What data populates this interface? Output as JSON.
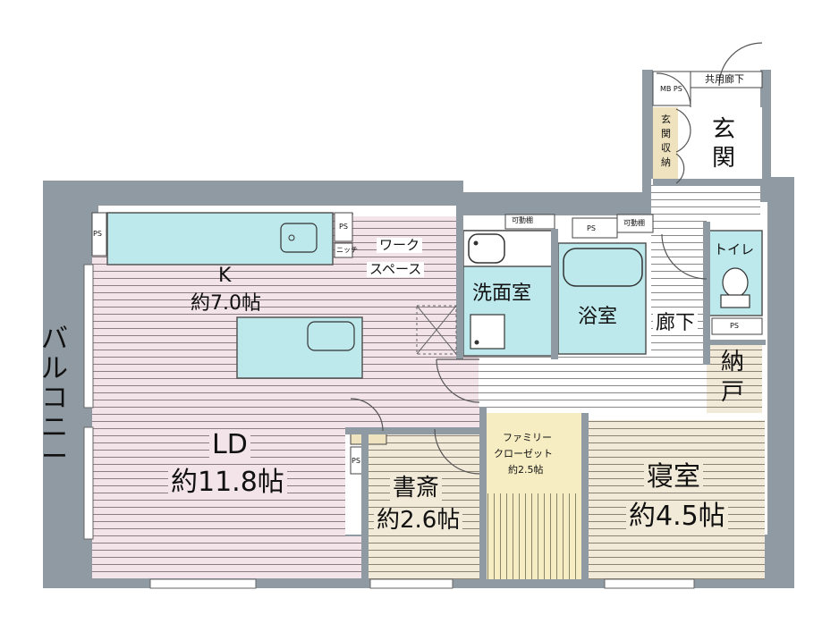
{
  "rooms": {
    "kitchen_name": "K",
    "kitchen_size": "約7.0帖",
    "work_space_line1": "ワーク",
    "work_space_line2": "スペース",
    "ld_name": "LD",
    "ld_size": "約11.8帖",
    "study_name": "書斎",
    "study_size": "約2.6帖",
    "family_closet_line1": "ファミリー",
    "family_closet_line2": "クローゼット",
    "family_closet_size": "約2.5帖",
    "bedroom_name": "寝室",
    "bedroom_size": "約4.5帖",
    "washroom": "洗面室",
    "bathroom": "浴室",
    "toilet": "トイレ",
    "hallway": "廊下",
    "storage_char1": "納",
    "storage_char2": "戸",
    "entrance_char1": "玄",
    "entrance_char2": "関",
    "entrance_storage_chars": [
      "玄",
      "関",
      "収",
      "納"
    ],
    "balcony_chars": [
      "バ",
      "ル",
      "コ",
      "ニ",
      "ー"
    ],
    "common_corridor": "共用廊下"
  },
  "fixtures": {
    "movable_shelf": "可動棚",
    "ps": "PS",
    "mb_ps": "MB  PS",
    "niche": "ニッチ"
  },
  "colors": {
    "wall": "#8f9aa3",
    "ld_floor": "#f3e4ea",
    "study_floor": "#f2ead8",
    "hall_floor": "#ffffff",
    "closet_floor": "#f7edc3",
    "wet_area": "#bde9ec",
    "line": "#8a8a8a"
  }
}
